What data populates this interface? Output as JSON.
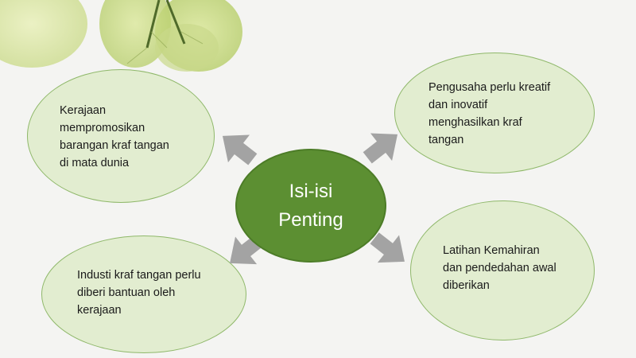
{
  "center": {
    "lines": [
      "Isi-isi",
      "Penting"
    ]
  },
  "nodes": {
    "top_left": {
      "lines": [
        "Kerajaan",
        "mempromosikan",
        "barangan kraf tangan",
        "di mata dunia"
      ]
    },
    "top_right": {
      "lines": [
        "Pengusaha perlu kreatif",
        "dan inovatif",
        "menghasilkan kraf",
        "tangan"
      ]
    },
    "bottom_left": {
      "lines": [
        "Industi kraf tangan perlu",
        "diberi bantuan oleh",
        "kerajaan"
      ]
    },
    "bottom_right": {
      "lines": [
        "Latihan Kemahiran",
        "dan pendedahan awal",
        "diberikan"
      ]
    }
  },
  "colors": {
    "background": "#f4f4f2",
    "node_fill": "#e2edd0",
    "node_border": "#8fb86a",
    "center_fill": "#5c8f32",
    "arrow": "#a3a3a3"
  }
}
